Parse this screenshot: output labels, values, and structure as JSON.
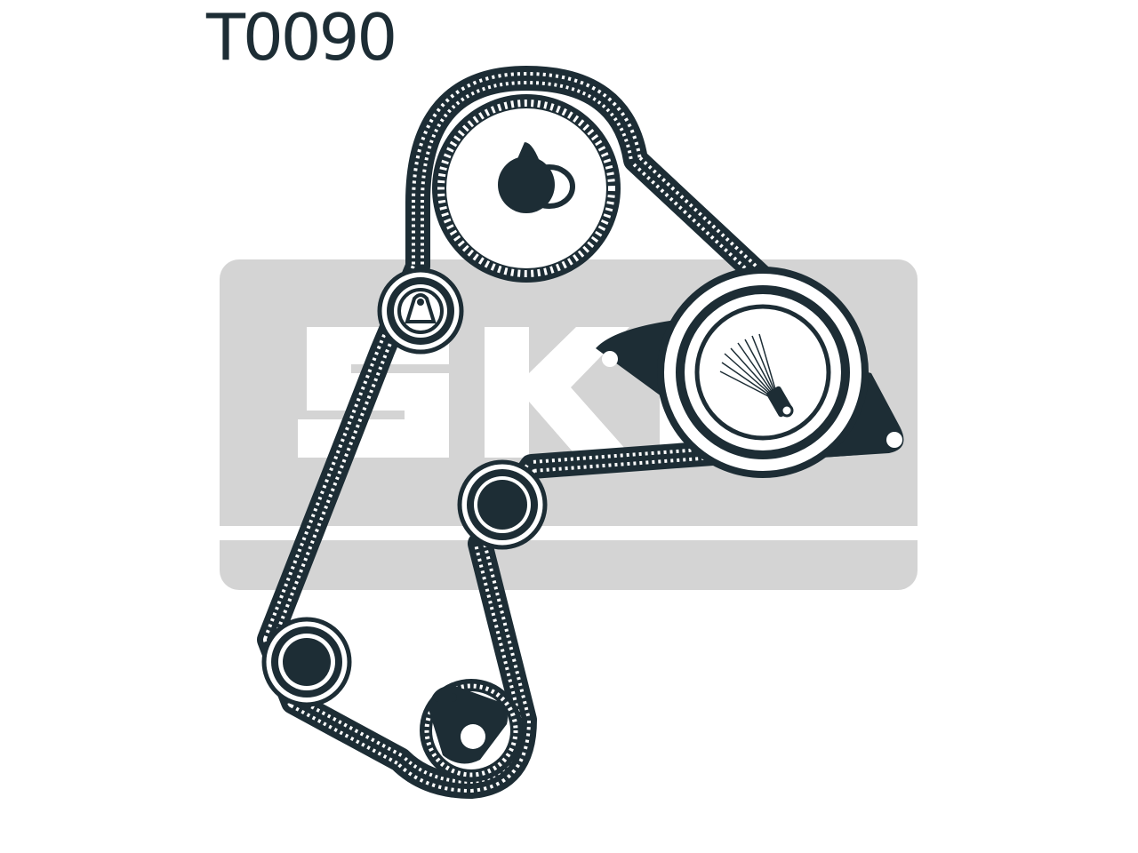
{
  "part_code": "T0090",
  "brand_logo": {
    "text": "SKF",
    "color": "#d4d4d4",
    "text_color": "#ffffff"
  },
  "colors": {
    "ink": "#1d2d35",
    "background": "#ffffff"
  },
  "components": {
    "camshaft_sprocket": {
      "icon": "toothed-sprocket-with-key"
    },
    "upper_idler": {
      "icon": "idler-pulley"
    },
    "tensioner": {
      "icon": "tensioner-pulley-with-spring"
    },
    "middle_idler": {
      "icon": "idler-pulley"
    },
    "lower_left_idler": {
      "icon": "idler-pulley"
    },
    "crankshaft_sprocket": {
      "icon": "toothed-sprocket-with-key"
    },
    "belt": {
      "icon": "toothed-timing-belt"
    }
  }
}
